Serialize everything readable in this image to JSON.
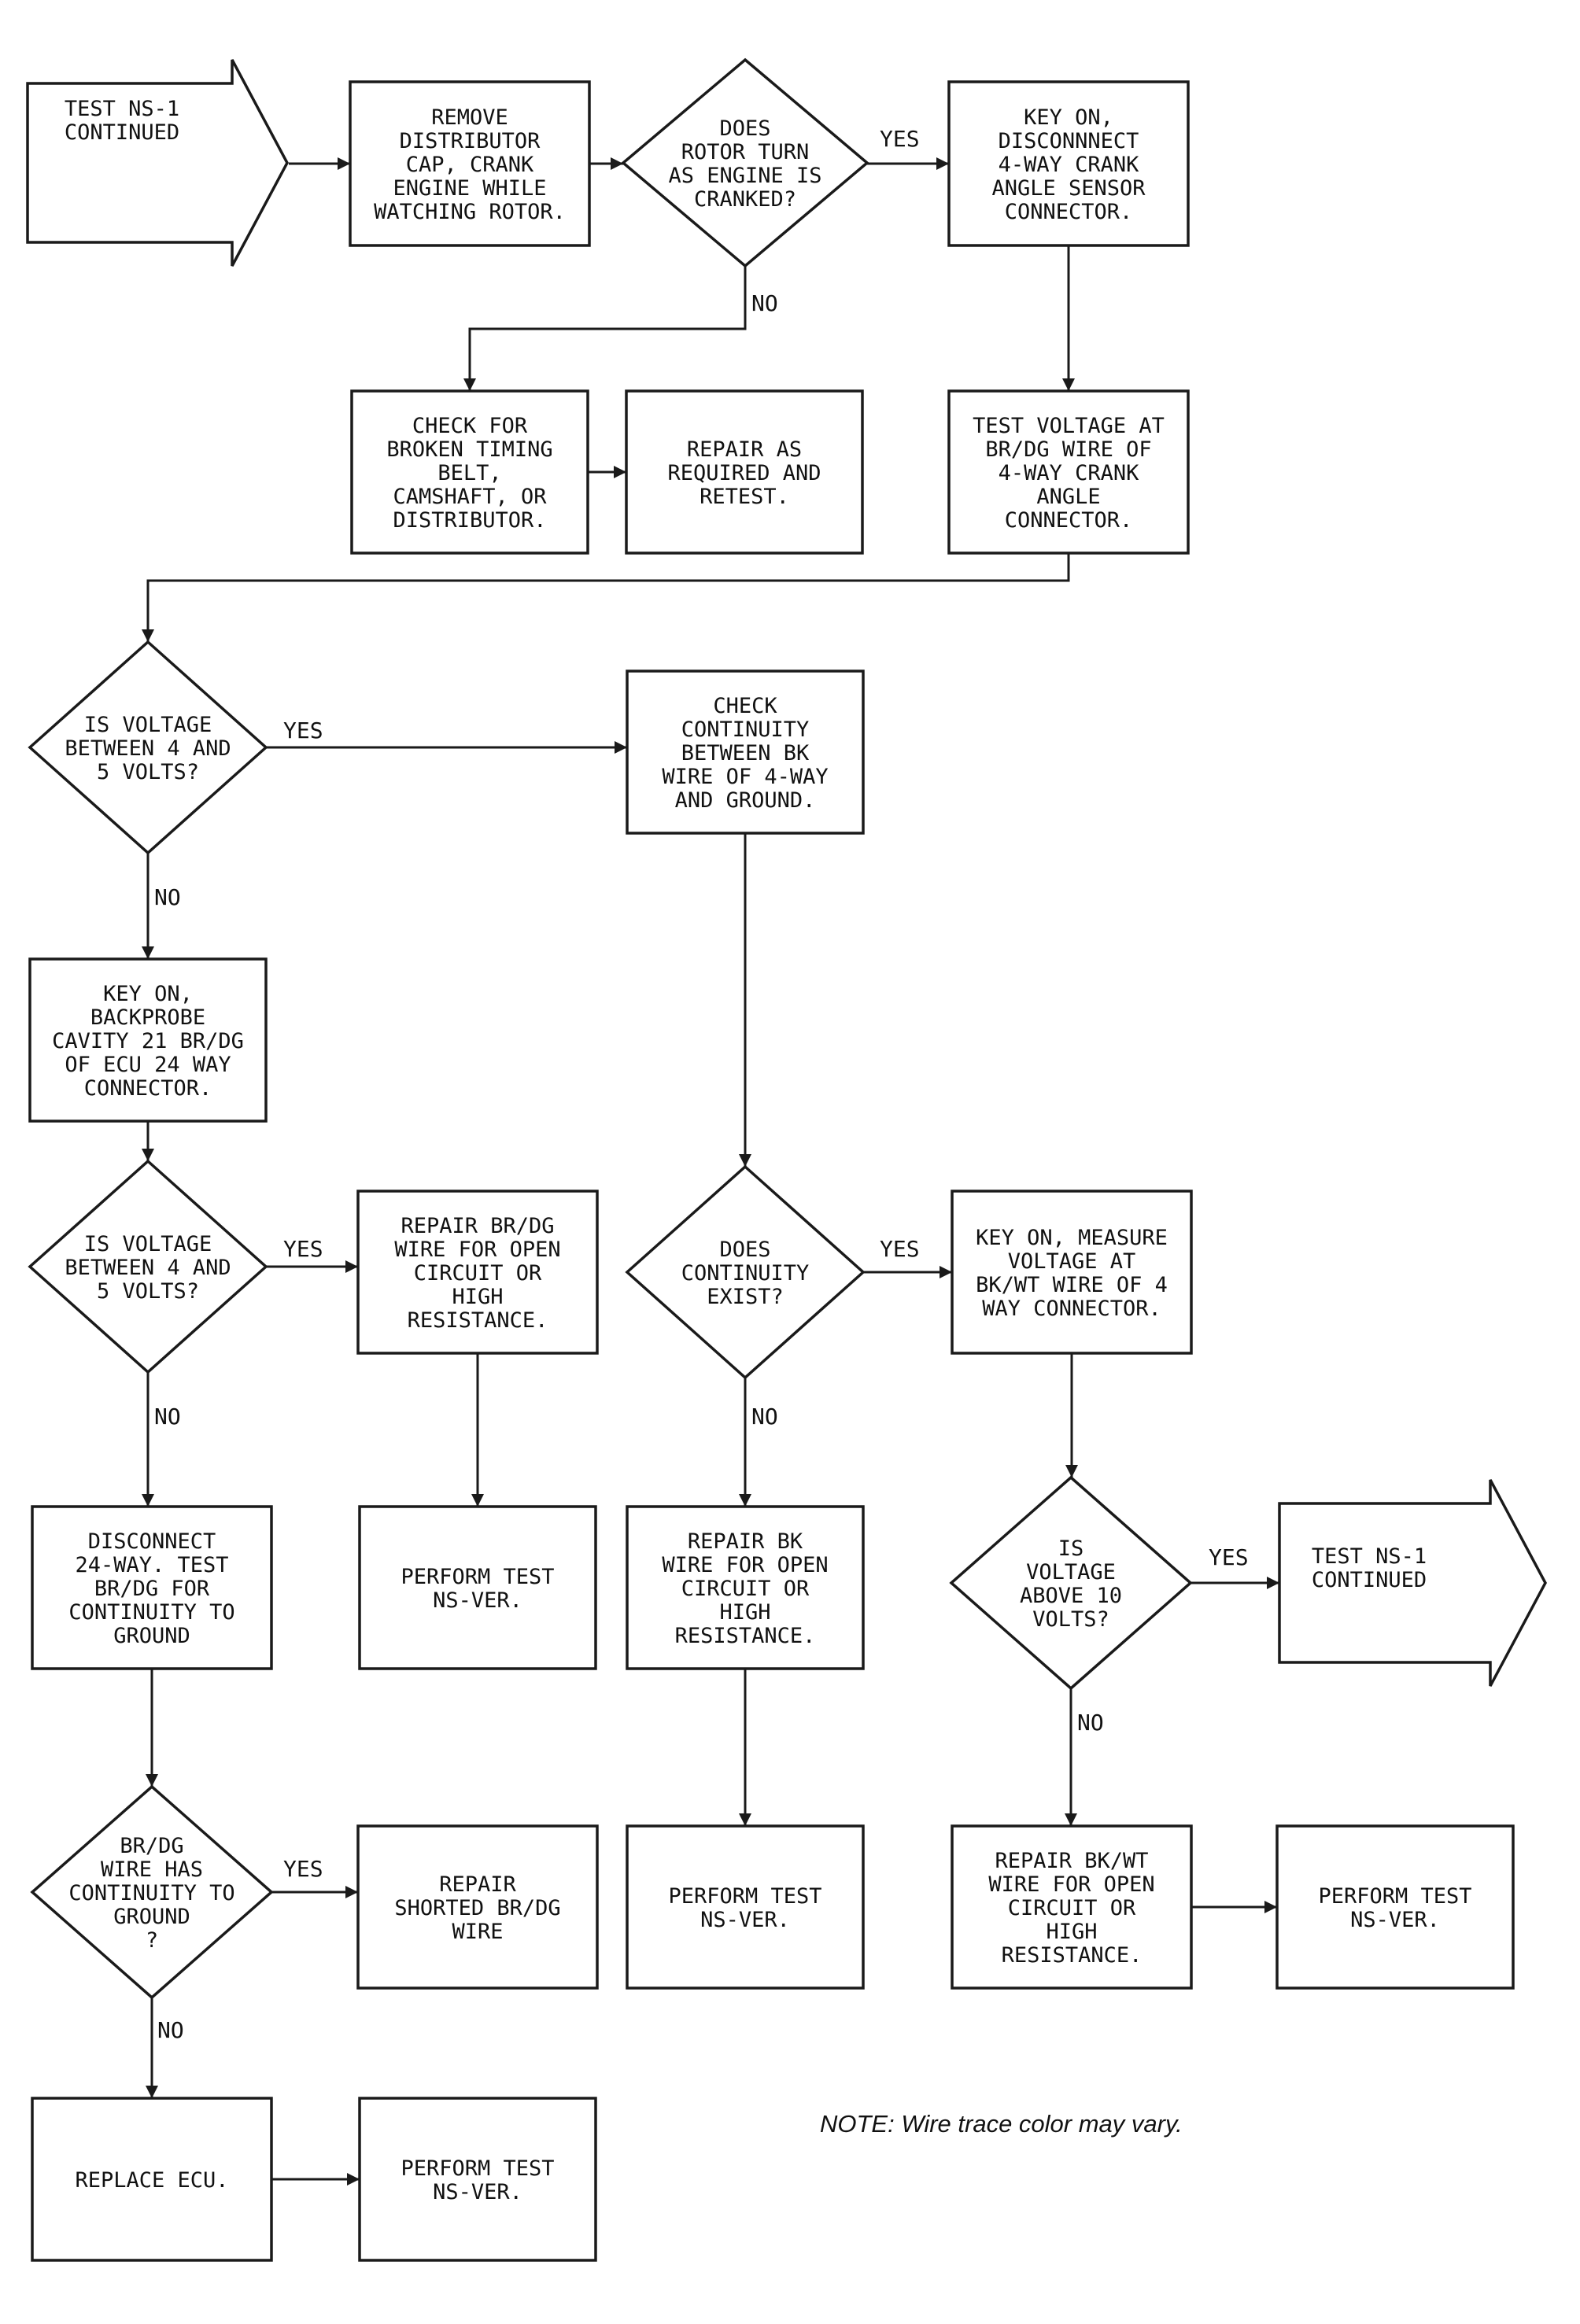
{
  "colors": {
    "ink": "#1a1a1a",
    "background": "#ffffff"
  },
  "diagram": {
    "nodes": {
      "start": [
        "TEST NS-1",
        "CONTINUED"
      ],
      "remove_cap": [
        "REMOVE",
        "DISTRIBUTOR",
        "CAP, CRANK",
        "ENGINE WHILE",
        "WATCHING ROTOR."
      ],
      "rotor_turn": [
        "DOES",
        "ROTOR TURN",
        "AS ENGINE IS",
        "CRANKED?"
      ],
      "key_on_disconnect": [
        "KEY ON,",
        "DISCONNNECT",
        "4-WAY CRANK",
        "ANGLE SENSOR",
        "CONNECTOR."
      ],
      "check_timing_belt": [
        "CHECK FOR",
        "BROKEN TIMING",
        "BELT,",
        "CAMSHAFT, OR",
        "DISTRIBUTOR."
      ],
      "repair_retest": [
        "REPAIR AS",
        "REQUIRED AND",
        "RETEST."
      ],
      "test_voltage_brdg": [
        "TEST VOLTAGE AT",
        "BR/DG WIRE OF",
        "4-WAY CRANK",
        "ANGLE",
        "CONNECTOR."
      ],
      "voltage_4_5_a": [
        "IS VOLTAGE",
        "BETWEEN 4 AND",
        "5 VOLTS?"
      ],
      "check_continuity_bk": [
        "CHECK",
        "CONTINUITY",
        "BETWEEN BK",
        "WIRE OF 4-WAY",
        "AND GROUND."
      ],
      "backprobe_ecu": [
        "KEY ON,",
        "BACKPROBE",
        "CAVITY 21 BR/DG",
        "OF ECU 24 WAY",
        "CONNECTOR."
      ],
      "voltage_4_5_b": [
        "IS VOLTAGE",
        "BETWEEN 4 AND",
        "5 VOLTS?"
      ],
      "repair_brdg_open": [
        "REPAIR BR/DG",
        "WIRE FOR OPEN",
        "CIRCUIT OR",
        "HIGH",
        "RESISTANCE."
      ],
      "continuity_exist": [
        "DOES",
        "CONTINUITY",
        "EXIST?"
      ],
      "measure_bkwt": [
        "KEY ON, MEASURE",
        "VOLTAGE AT",
        "BK/WT WIRE OF 4",
        "WAY CONNECTOR."
      ],
      "disconnect_24way": [
        "DISCONNECT",
        "24-WAY. TEST",
        "BR/DG FOR",
        "CONTINUITY TO",
        "GROUND"
      ],
      "perform_test_1": [
        "PERFORM TEST",
        "NS-VER."
      ],
      "repair_bk_open": [
        "REPAIR BK",
        "WIRE FOR OPEN",
        "CIRCUIT OR",
        "HIGH",
        "RESISTANCE."
      ],
      "voltage_above_10": [
        "IS",
        "VOLTAGE",
        "ABOVE 10",
        "VOLTS?"
      ],
      "end": [
        "TEST NS-1",
        "CONTINUED"
      ],
      "brdg_continuity_ground": [
        "BR/DG",
        "WIRE HAS",
        "CONTINUITY TO",
        "GROUND",
        "?"
      ],
      "repair_shorted_brdg": [
        "REPAIR",
        "SHORTED BR/DG",
        "WIRE"
      ],
      "perform_test_2": [
        "PERFORM TEST",
        "NS-VER."
      ],
      "repair_bkwt_open": [
        "REPAIR BK/WT",
        "WIRE FOR OPEN",
        "CIRCUIT OR",
        "HIGH",
        "RESISTANCE."
      ],
      "perform_test_3": [
        "PERFORM TEST",
        "NS-VER."
      ],
      "replace_ecu": [
        "REPLACE ECU."
      ],
      "perform_test_4": [
        "PERFORM TEST",
        "NS-VER."
      ]
    },
    "edge_labels": {
      "yes": "YES",
      "no": "NO"
    },
    "note": "NOTE: Wire trace color may vary."
  }
}
